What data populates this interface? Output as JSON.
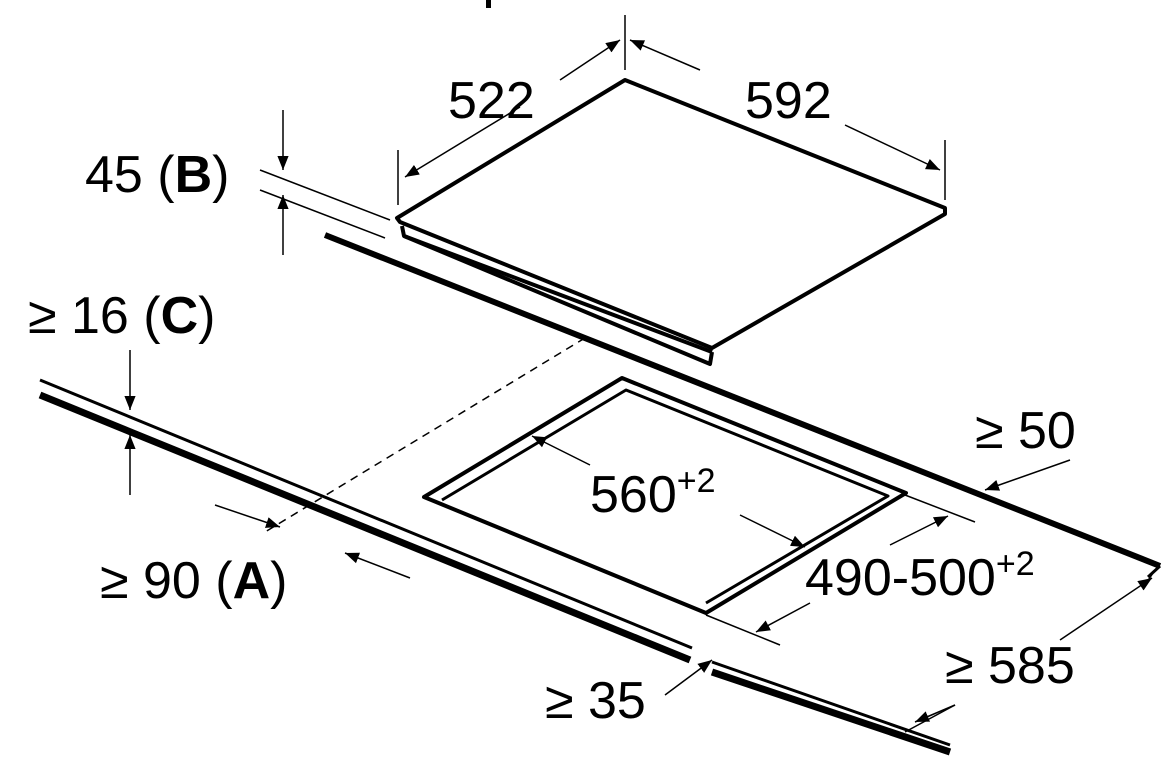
{
  "labels": {
    "hob_depth": "522",
    "hob_width": "592",
    "hob_height": {
      "value": "45 (",
      "ref": "B",
      "close": ")"
    },
    "worktop_thickness": {
      "value": "≥ 16 (",
      "ref": "C",
      "close": ")"
    },
    "rear_clearance": "≥ 50",
    "cutout_width": {
      "value": "560",
      "tolerance": "+2"
    },
    "cutout_depth": {
      "value": "490-500",
      "tolerance": "+2"
    },
    "front_clearance": {
      "value": "≥ 90 (",
      "ref": "A",
      "close": ")"
    },
    "worktop_depth": "≥ 585",
    "side_gap": "≥ 35"
  },
  "colors": {
    "line": "#000000",
    "background": "#ffffff"
  }
}
